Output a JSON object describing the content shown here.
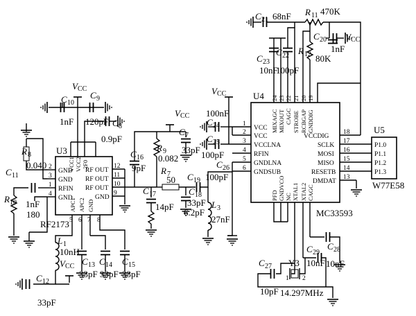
{
  "u3": {
    "ref": "U3",
    "part": "RF2173",
    "left_pins": [
      {
        "num": "2",
        "name": "GND"
      },
      {
        "num": "3",
        "name": "GND"
      },
      {
        "num": "1",
        "name": "RFIN"
      },
      {
        "num": "4",
        "name": "GND"
      }
    ],
    "right_pins": [
      {
        "num": "12",
        "name": "RF OUT"
      },
      {
        "num": "11",
        "name": "RF OUT"
      },
      {
        "num": "10",
        "name": "RF OUT"
      },
      {
        "num": "9",
        "name": "GND"
      }
    ],
    "top_pins": [
      "VCC1",
      "VCC2",
      "2F0"
    ],
    "bottom_pins": [
      "APC1",
      "APC2",
      "GND"
    ],
    "bottom_nums": [
      "5",
      "6",
      "7",
      "8"
    ]
  },
  "u4": {
    "ref": "U4",
    "part": "MC33593",
    "left_pins": [
      {
        "num": "1",
        "name": "VCC"
      },
      {
        "num": "2",
        "name": "VCC"
      },
      {
        "num": "3",
        "name": "VCCLNA"
      },
      {
        "num": "4",
        "name": "RFIN"
      },
      {
        "num": "5",
        "name": "GNDLNA"
      },
      {
        "num": "6",
        "name": "GNDSUB"
      }
    ],
    "right_pins": [
      {
        "num": "18",
        "name": "VCCDIG"
      },
      {
        "num": "17",
        "name": "SCLK"
      },
      {
        "num": "16",
        "name": "MOSI"
      },
      {
        "num": "15",
        "name": "MISO"
      },
      {
        "num": "14",
        "name": "RESETB"
      },
      {
        "num": "13",
        "name": "DMDAT"
      }
    ],
    "top_pins": [
      {
        "num": "24",
        "name": "MIXAGC"
      },
      {
        "num": "23",
        "name": "MIXOUT"
      },
      {
        "num": "22",
        "name": "CAGC"
      },
      {
        "num": "21",
        "name": "STROBE"
      },
      {
        "num": "20",
        "name": "RCBGAP"
      },
      {
        "num": "19",
        "name": "GNDDIG"
      }
    ],
    "bottom_pins": [
      "PFD",
      "GNDVCO",
      "NC",
      "XTAL1",
      "XTAL2",
      "CAGC"
    ]
  },
  "u5": {
    "ref": "U5",
    "part": "W77E58",
    "pins": [
      "P1.0",
      "P1.1",
      "P1.2",
      "P1.3"
    ]
  },
  "components": {
    "c10": "C",
    "c10_sub": "10",
    "c10_val": "1nF",
    "c9": "C",
    "c9_sub": "9",
    "c9_val": "120pF",
    "c8": "C",
    "c8_sub": "8",
    "c8_val": "0.9pF",
    "c16": "C",
    "c16_sub": "16",
    "c16_val": "9pF",
    "c7": "C",
    "c7_sub": "7",
    "c7_val": "33pF",
    "r9": "R",
    "r9_sub": "9",
    "r9_val": "0.082",
    "r7": "R",
    "r7_sub": "7",
    "r7_val": "50",
    "c17": "C",
    "c17_sub": "17",
    "c17_val": "14pF",
    "c19": "C",
    "c19_sub": "19",
    "c18": "C",
    "c18_sub": "18",
    "c18_val1": "33pF",
    "c18_val2": "6.2pF",
    "l3": "L",
    "l3_sub": "3",
    "l3_val": "27nF",
    "r8": "R",
    "r8_sub": "8",
    "r8_val": "0.040",
    "c11": "C",
    "c11_sub": "11",
    "r10": "R",
    "r10_sub": "10",
    "r10_val": "180",
    "r10_cap": "1nF",
    "l1": "L",
    "l1_sub": "1",
    "l1_val": "10nH",
    "c12": "C",
    "c12_sub": "12",
    "c12_val": "33pF",
    "c13": "C",
    "c13_sub": "13",
    "c13_val": "33pF",
    "c14": "C",
    "c14_sub": "14",
    "c14_val": "33pF",
    "c15": "C",
    "c15_sub": "15",
    "c15_val": "33pF",
    "c24": "C",
    "c24_sub": "24",
    "c24_val": "100nF",
    "c25": "C",
    "c25_sub": "25",
    "c25_val": "100pF",
    "c26": "C",
    "c26_sub": "26",
    "c26_val": "100pF",
    "c21": "C",
    "c21_sub": "21",
    "c21_val": "68nF",
    "r11": "R",
    "r11_sub": "11",
    "r11_val": "470K",
    "c20": "C",
    "c20_sub": "20",
    "c20_val": "1nF",
    "r12": "R",
    "r12_sub": "12",
    "r12_val": "80K",
    "c23": "C",
    "c23_sub": "23",
    "c23_val": "10nF",
    "c22": "C",
    "c22_sub": "22",
    "c22_val": "100pF",
    "c27": "C",
    "c27_sub": "27",
    "c27_val": "10pF",
    "c29": "C",
    "c29_sub": "29",
    "c29_val": "10nF",
    "c28": "C",
    "c28_sub": "28",
    "c28_val": "10nF",
    "y3": "Y3",
    "y3_val": "14.297MHz",
    "y3_pin1": "1",
    "y3_pin2": "2"
  },
  "vcc": {
    "v": "V",
    "sub": "CC"
  }
}
